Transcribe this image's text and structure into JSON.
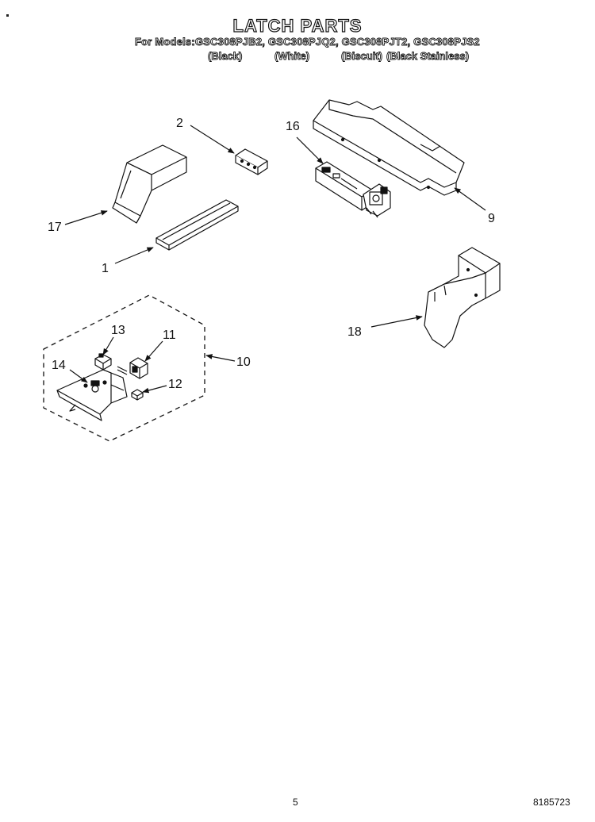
{
  "header": {
    "title": "LATCH PARTS",
    "models_line": "For Models:GSC308PJB2, GSC308PJQ2, GSC308PJT2, GSC308PJS2",
    "colors": [
      "(Black)",
      "(White)",
      "(Biscuit)",
      "(Black Stainless)"
    ]
  },
  "callouts": {
    "c1": "1",
    "c2": "2",
    "c9": "9",
    "c10": "10",
    "c11": "11",
    "c12": "12",
    "c13": "13",
    "c14": "14",
    "c16": "16",
    "c17": "17",
    "c18": "18"
  },
  "footer": {
    "page_number": "5",
    "document_number": "8185723"
  }
}
